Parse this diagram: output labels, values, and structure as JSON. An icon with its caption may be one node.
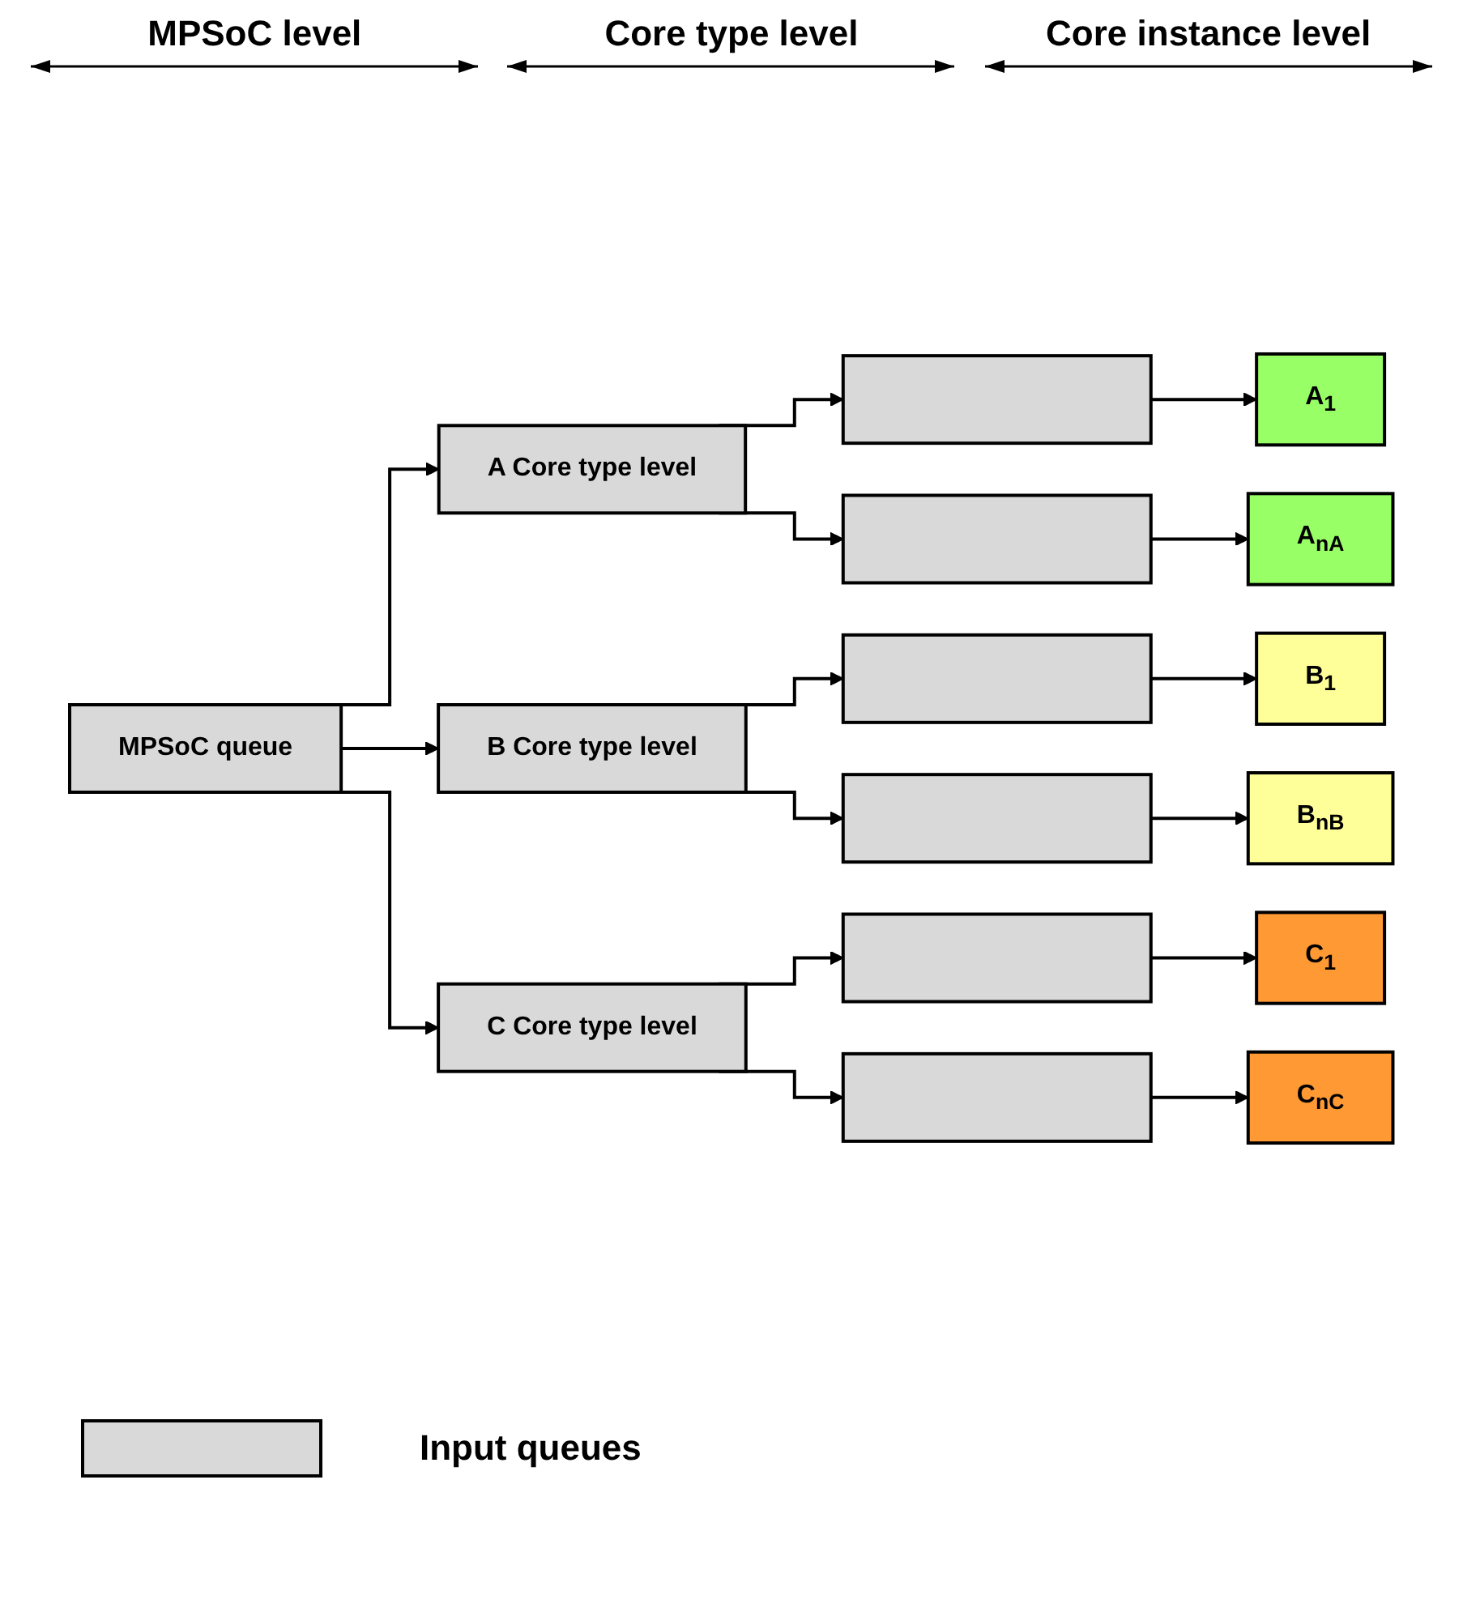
{
  "diagram": {
    "nodes": [
      {
        "text": [
          "MPSoC queue"
        ]
      },
      {
        "text": [
          "A Core type level"
        ]
      },
      {
        "text": [],
        "shape": "box"
      },
      {
        "text": [
          "A$_{1}$"
        ]
      },
      {
        "text": [],
        "shape": "box"
      },
      {
        "text": [
          "A$_{nA}$"
        ]
      },
      {
        "text": [
          "B Core type level"
        ]
      },
      {
        "text": [],
        "shape": "box"
      },
      {
        "text": [
          "B$_{1}$"
        ]
      },
      {
        "text": [],
        "shape": "box"
      },
      {
        "text": [
          "B$_{nB}$"
        ]
      },
      {
        "text": [
          "C Core type level"
        ]
      },
      {
        "text": [],
        "shape": "box"
      },
      {
        "text": [
          "C$_{1}$"
        ]
      },
      {
        "text": [],
        "shape": "box"
      },
      {
        "text": [
          "C$_{nC}$"
        ]
      }
    ],
    "edges": [
      {
        "from": 0,
        "to": 1,
        "arrow": "to"
      },
      {
        "from": 0,
        "to": 6,
        "arrow": "to"
      },
      {
        "from": 0,
        "to": 11,
        "arrow": "to"
      },
      {
        "from": 1,
        "to": 2,
        "arrow": "to"
      },
      {
        "from": 1,
        "to": 4,
        "arrow": "to"
      },
      {
        "from": 2,
        "to": 3,
        "arrow": "to"
      },
      {
        "from": 4,
        "to": 5,
        "arrow": "to"
      },
      {
        "from": 6,
        "to": 7,
        "arrow": "to"
      },
      {
        "from": 6,
        "to": 9,
        "arrow": "to"
      },
      {
        "from": 7,
        "to": 8,
        "arrow": "to"
      },
      {
        "from": 9,
        "to": 10,
        "arrow": "to"
      },
      {
        "from": 11,
        "to": 12,
        "arrow": "to"
      },
      {
        "from": 11,
        "to": 14,
        "arrow": "to"
      },
      {
        "from": 12,
        "to": 13,
        "arrow": "to"
      },
      {
        "from": 14,
        "to": 15,
        "arrow": "to"
      }
    ],
    "labels": [
      "MPSoC level",
      "Core type level",
      "Core instance level"
    ],
    "legend": [
      {
        "text": "Input queues",
        "color": "#d9d9d9"
      }
    ]
  }
}
